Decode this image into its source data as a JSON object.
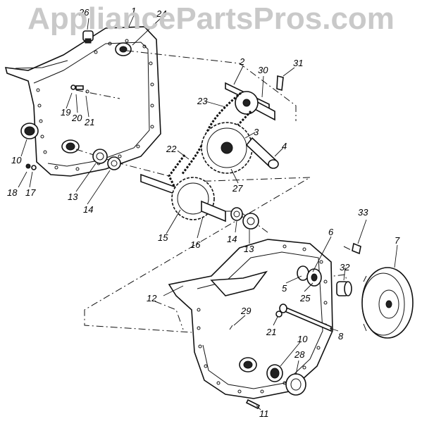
{
  "watermark": "AppliancePartsPros.com",
  "callouts": {
    "p1": "1",
    "p2": "2",
    "p3": "3",
    "p4": "4",
    "p5": "5",
    "p6": "6",
    "p7": "7",
    "p8": "8",
    "p10a": "10",
    "p10b": "10",
    "p11": "11",
    "p12": "12",
    "p13a": "13",
    "p13b": "13",
    "p14a": "14",
    "p14b": "14",
    "p15": "15",
    "p16": "16",
    "p17": "17",
    "p18": "18",
    "p19": "19",
    "p20": "20",
    "p21a": "21",
    "p21b": "21",
    "p22": "22",
    "p23": "23",
    "p24": "24",
    "p25": "25",
    "p26": "26",
    "p27": "27",
    "p28": "28",
    "p29": "29",
    "p30": "30",
    "p31": "31",
    "p32": "32",
    "p33": "33"
  }
}
